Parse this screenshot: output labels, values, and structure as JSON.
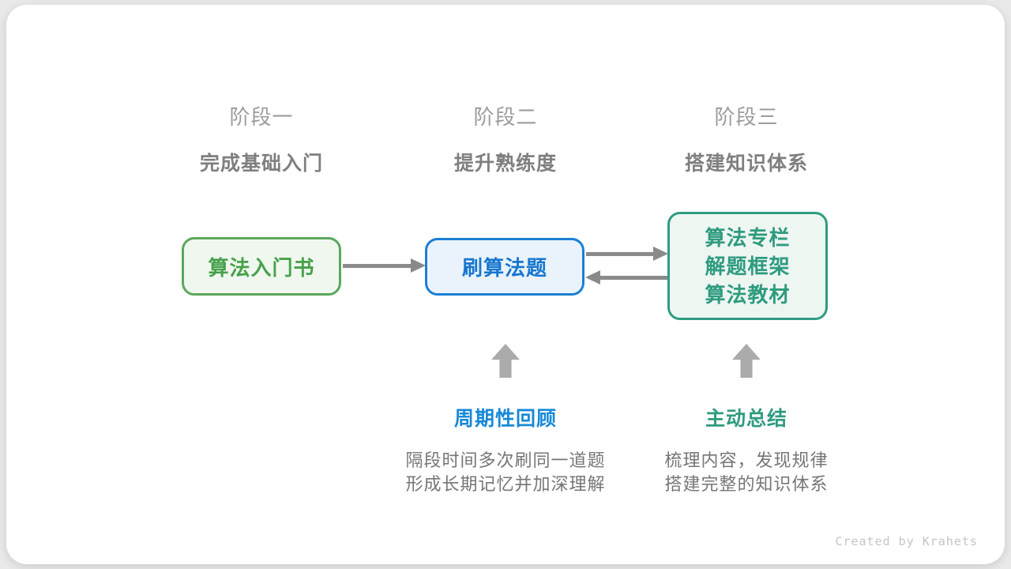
{
  "stages": [
    {
      "label": "阶段一",
      "subtitle": "完成基础入门"
    },
    {
      "label": "阶段二",
      "subtitle": "提升熟练度"
    },
    {
      "label": "阶段三",
      "subtitle": "搭建知识体系"
    }
  ],
  "nodes": [
    {
      "title": "算法入门书",
      "accent": "#47a14b"
    },
    {
      "title": "刷算法题",
      "accent": "#1877cf"
    },
    {
      "lines": [
        "算法专栏",
        "解题框架",
        "算法教材"
      ],
      "accent": "#2e9b7f"
    }
  ],
  "annotations": [
    {
      "label": "周期性回顾",
      "desc": [
        "隔段时间多次刷同一道题",
        "形成长期记忆并加深理解"
      ],
      "accent": "#1789d8"
    },
    {
      "label": "主动总结",
      "desc": [
        "梳理内容，发现规律",
        "搭建完整的知识体系"
      ],
      "accent": "#2e9b7f"
    }
  ],
  "colors": {
    "green_border": "#5ca75c",
    "green_bg": "#f0f7ef",
    "blue_border": "#1b7fd2",
    "blue_bg": "#eaf3fc",
    "teal_border": "#2f9c82",
    "teal_bg": "#eef6f2",
    "flow_arrow": "#8a8a8a",
    "block_arrow": "#ababab",
    "stage_label": "#9c9c9c",
    "stage_subtitle": "#7f7f7f",
    "description": "#767676",
    "credit": "#c5c5c5"
  },
  "credit": "Created by Krahets"
}
